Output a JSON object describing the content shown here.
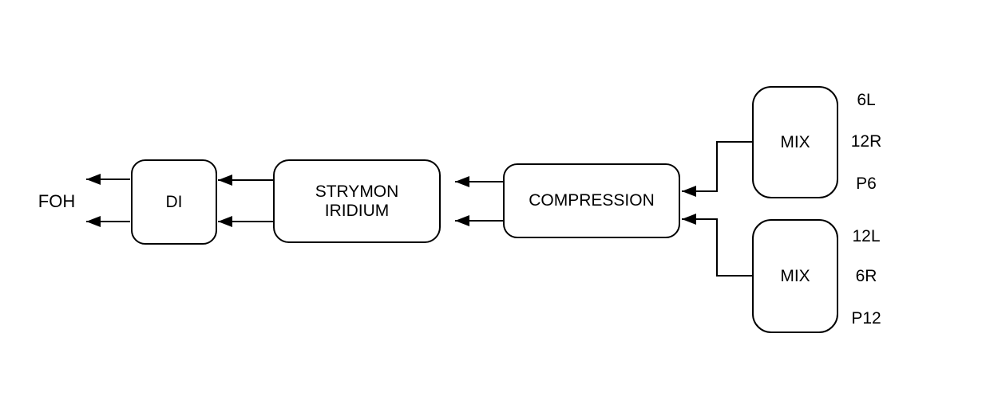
{
  "diagram": {
    "colors": {
      "stroke": "#000000",
      "node_fill": "#ffffff",
      "background": "#ffffff",
      "text": "#000000"
    },
    "nodes": {
      "foh": {
        "label": "FOH"
      },
      "di": {
        "label": "DI"
      },
      "strymon_iridium": {
        "label": "STRYMON\nIRIDIUM"
      },
      "compression": {
        "label": "COMPRESSION"
      },
      "mix_top": {
        "label": "MIX",
        "ports": [
          "6L",
          "12R",
          "P6"
        ]
      },
      "mix_bottom": {
        "label": "MIX",
        "ports": [
          "12L",
          "6R",
          "P12"
        ]
      }
    }
  }
}
